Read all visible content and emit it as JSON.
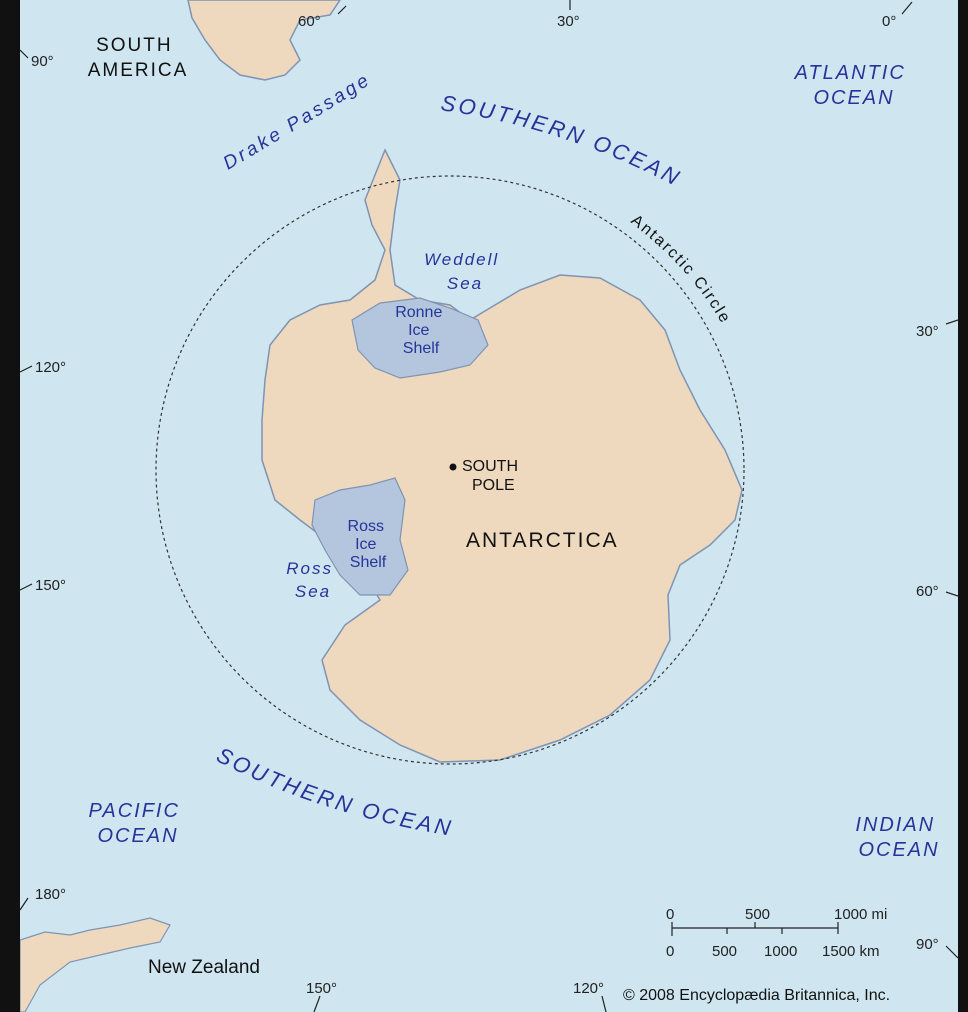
{
  "map": {
    "land": {
      "south_america": [
        "SOUTH",
        "AMERICA"
      ],
      "antarctica": "ANTARCTICA",
      "new_zealand": "New Zealand",
      "south_pole": [
        "SOUTH",
        "POLE"
      ]
    },
    "water": {
      "drake_passage": "Drake Passage",
      "southern_ocean_top": "SOUTHERN OCEAN",
      "southern_ocean_bottom": "SOUTHERN OCEAN",
      "atlantic_ocean": [
        "ATLANTIC",
        "OCEAN"
      ],
      "pacific_ocean": [
        "PACIFIC",
        "OCEAN"
      ],
      "indian_ocean": [
        "INDIAN",
        "OCEAN"
      ],
      "weddell_sea": [
        "Weddell",
        "Sea"
      ],
      "ross_sea": [
        "Ross",
        "Sea"
      ]
    },
    "ice_shelves": {
      "ronne": [
        "Ronne",
        "Ice",
        "Shelf"
      ],
      "ross": [
        "Ross",
        "Ice",
        "Shelf"
      ]
    },
    "antarctic_circle": "Antarctic Circle",
    "degree_labels": {
      "left_90": "90°",
      "left_120": "120°",
      "left_150": "150°",
      "left_180": "180°",
      "top_60": "60°",
      "top_30": "30°",
      "top_0": "0°",
      "right_30": "30°",
      "right_60": "60°",
      "right_90": "90°",
      "bottom_150": "150°",
      "bottom_120": "120°"
    },
    "scale_bar": {
      "mi_labels": [
        "0",
        "500",
        "1000 mi"
      ],
      "km_labels": [
        "0",
        "500",
        "1000",
        "1500 km"
      ]
    },
    "copyright": "© 2008 Encyclopædia Britannica, Inc.",
    "colors": {
      "ocean": "#cfe6f0",
      "land": "#eed9bf",
      "ice_shelf": "#b3c6dd",
      "coast": "#7f93b3",
      "water_label": "#26349a"
    }
  }
}
